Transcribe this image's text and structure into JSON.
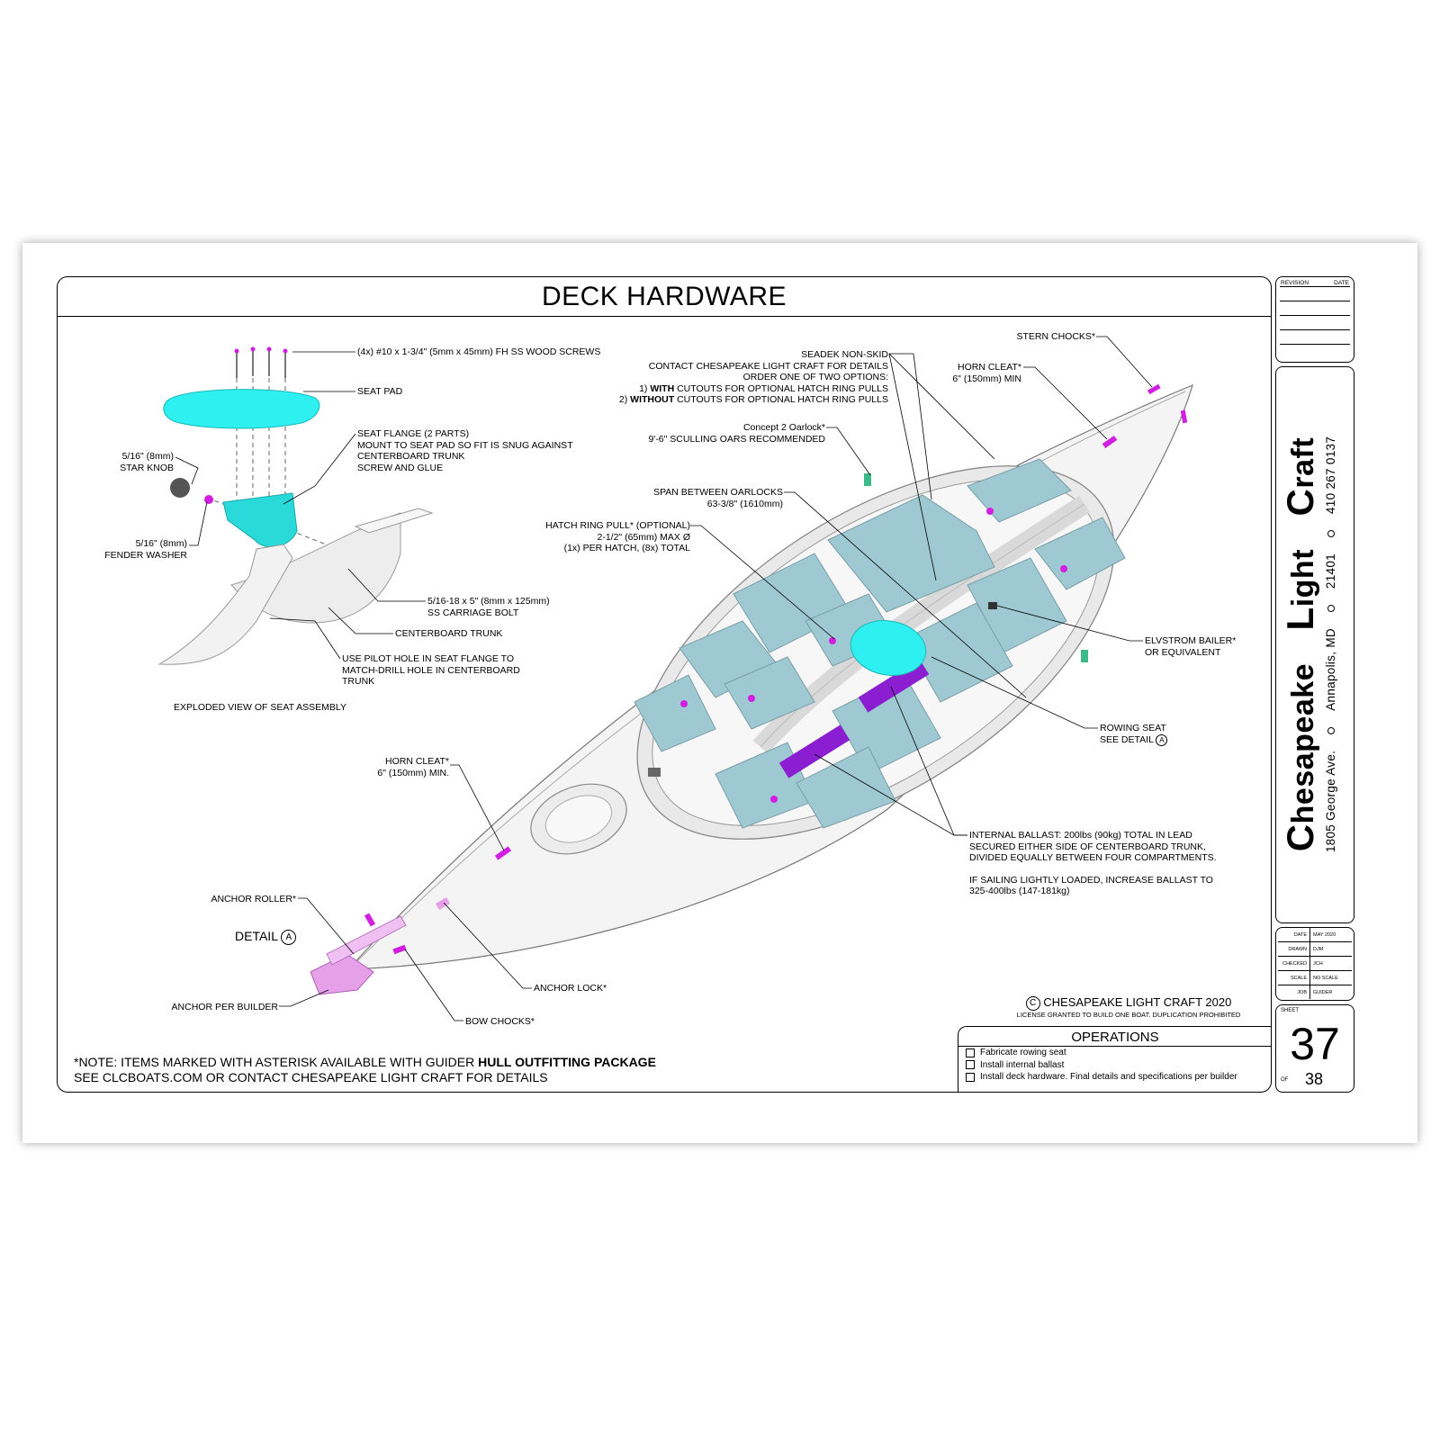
{
  "page": {
    "title": "DECK HARDWARE"
  },
  "detail": {
    "screws": "(4x) #10 x 1-3/4\" (5mm x 45mm) FH SS WOOD SCREWS",
    "seat_pad": "SEAT PAD",
    "seat_flange": [
      "SEAT FLANGE (2 PARTS)",
      "MOUNT TO SEAT PAD SO FIT IS SNUG AGAINST",
      "CENTERBOARD TRUNK",
      "SCREW AND GLUE"
    ],
    "star_knob": [
      "5/16\" (8mm)",
      "STAR KNOB"
    ],
    "fender_washer": [
      "5/16\" (8mm)",
      "FENDER WASHER"
    ],
    "carriage_bolt": [
      "5/16-18 x 5\" (8mm x 125mm)",
      "SS CARRIAGE BOLT"
    ],
    "centerboard_trunk": "CENTERBOARD TRUNK",
    "pilot_hole": [
      "USE PILOT HOLE IN SEAT FLANGE TO",
      "MATCH-DRILL HOLE IN CENTERBOARD",
      "TRUNK"
    ],
    "detail_title": "DETAIL",
    "detail_letter": "A",
    "detail_sub": "EXPLODED VIEW OF SEAT ASSEMBLY"
  },
  "callouts": {
    "seadek": [
      "SEADEK NON-SKID",
      "CONTACT CHESAPEAKE LIGHT CRAFT FOR DETAILS",
      "ORDER ONE OF TWO OPTIONS:"
    ],
    "seadek_opt1": {
      "pre": "1) ",
      "bold": "WITH",
      "post": " CUTOUTS FOR OPTIONAL HATCH RING PULLS"
    },
    "seadek_opt2": {
      "pre": "2) ",
      "bold": "WITHOUT",
      "post": " CUTOUTS FOR OPTIONAL HATCH RING PULLS"
    },
    "stern_chocks": "STERN CHOCKS*",
    "horn_cleat_stern": [
      "HORN CLEAT*",
      "6\" (150mm) MIN"
    ],
    "oarlock": [
      "Concept 2 Oarlock*",
      "9'-6\" SCULLING OARS RECOMMENDED"
    ],
    "span": [
      "SPAN BETWEEN OARLOCKS",
      "63-3/8\" (1610mm)"
    ],
    "hatch_ring": [
      "HATCH RING PULL* (OPTIONAL)",
      "2-1/2\" (65mm) MAX Ø",
      "(1x) PER HATCH, (8x) TOTAL"
    ],
    "bailer": [
      "ELVSTROM BAILER*",
      "OR EQUIVALENT"
    ],
    "rowing_seat": [
      "ROWING SEAT",
      "SEE DETAIL"
    ],
    "rowing_seat_letter": "A",
    "horn_cleat_bow": [
      "HORN CLEAT*",
      "6\" (150mm) MIN."
    ],
    "ballast": [
      "INTERNAL BALLAST: 200lbs (90kg) TOTAL IN LEAD",
      "SECURED EITHER SIDE OF CENTERBOARD TRUNK,",
      "DIVIDED EQUALLY BETWEEN FOUR COMPARTMENTS.",
      "",
      "IF SAILING LIGHTLY LOADED, INCREASE BALLAST TO",
      "325-400lbs (147-181kg)"
    ],
    "anchor_roller": "ANCHOR ROLLER*",
    "anchor_builder": "ANCHOR PER BUILDER",
    "anchor_lock": "ANCHOR LOCK*",
    "bow_chocks": "BOW CHOCKS*"
  },
  "copyright": {
    "symbol": "C",
    "line1": "CHESAPEAKE LIGHT CRAFT 2020",
    "line2": "LICENSE GRANTED TO BUILD ONE BOAT. DUPLICATION PROHIBITED"
  },
  "note": {
    "line1_pre": "*NOTE: ITEMS MARKED WITH ASTERISK AVAILABLE WITH GUIDER ",
    "line1_bold": "HULL OUTFITTING PACKAGE",
    "line2": "SEE CLCBOATS.COM OR CONTACT CHESAPEAKE LIGHT CRAFT FOR DETAILS"
  },
  "operations": {
    "title": "OPERATIONS",
    "items": [
      "Fabricate rowing seat",
      "Install internal ballast",
      "Install deck hardware. Final details and specifications per builder"
    ]
  },
  "titleblock": {
    "revision_label": "REVISION",
    "date_label": "DATE",
    "brand_c": "C",
    "brand_hesapeake": "hesapeake",
    "brand_l": "L",
    "brand_ight": "ight",
    "brand_c2": "C",
    "brand_raft": "raft",
    "address": [
      "1805 George Ave.",
      "Annapolis, MD",
      "21401",
      "410 267 0137"
    ],
    "info": [
      {
        "k": "DATE",
        "v": "MAY 2020"
      },
      {
        "k": "DRAWN",
        "v": "DJM"
      },
      {
        "k": "CHECKED",
        "v": "JCH"
      },
      {
        "k": "SCALE",
        "v": "NO SCALE"
      },
      {
        "k": "JOB",
        "v": "GUIDER"
      }
    ],
    "sheet_label": "SHEET",
    "sheet": "37",
    "of_label": "OF",
    "of": "38"
  },
  "colors": {
    "cyan": "#2ef0f0",
    "magenta": "#d21ee0",
    "purple": "#8a1ed0",
    "hatch": "#9ec8d2",
    "hull": "#f4f4f4"
  }
}
